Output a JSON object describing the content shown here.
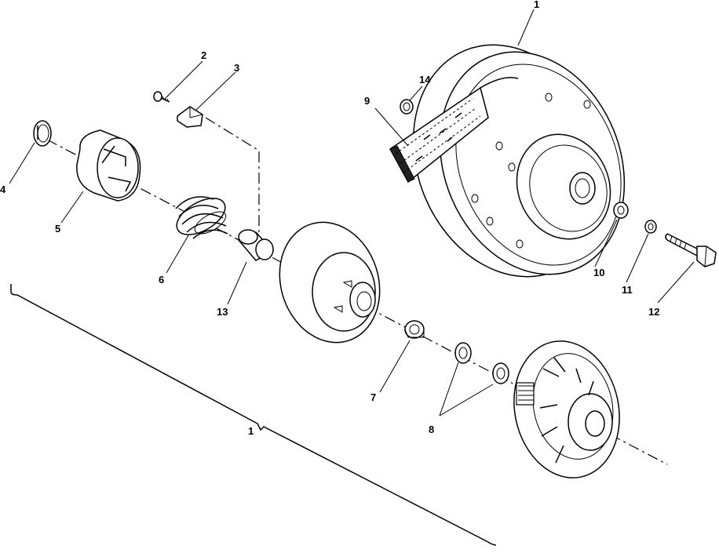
{
  "labels": {
    "p1_top": "1",
    "p2": "2",
    "p3": "3",
    "p4": "4",
    "p5": "5",
    "p6": "6",
    "p7": "7",
    "p8": "8",
    "p9": "9",
    "p10": "10",
    "p11": "11",
    "p12": "12",
    "p13": "13",
    "p14": "14",
    "p1_bottom": "1"
  }
}
